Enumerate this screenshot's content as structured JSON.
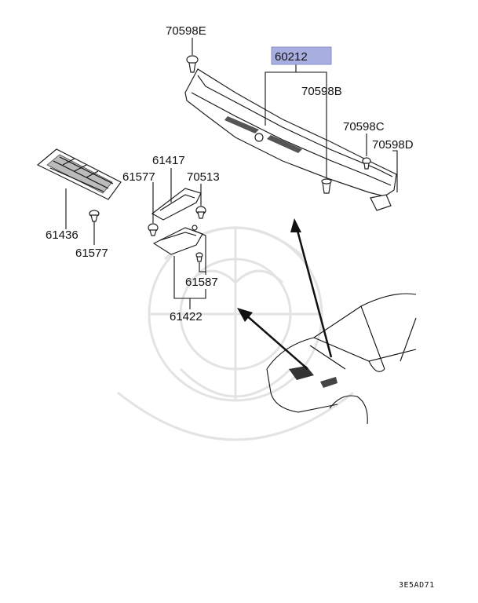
{
  "diagram": {
    "reference_code": "3E5AD71",
    "highlight_color": "#a9aee0",
    "labels": {
      "p70598E": "70598E",
      "p60212": "60212",
      "p70598B": "70598B",
      "p70598C": "70598C",
      "p70598D": "70598D",
      "p61417": "61417",
      "p61577a": "61577",
      "p70513": "70513",
      "p61436": "61436",
      "p61577b": "61577",
      "p61587": "61587",
      "p61422": "61422"
    }
  }
}
